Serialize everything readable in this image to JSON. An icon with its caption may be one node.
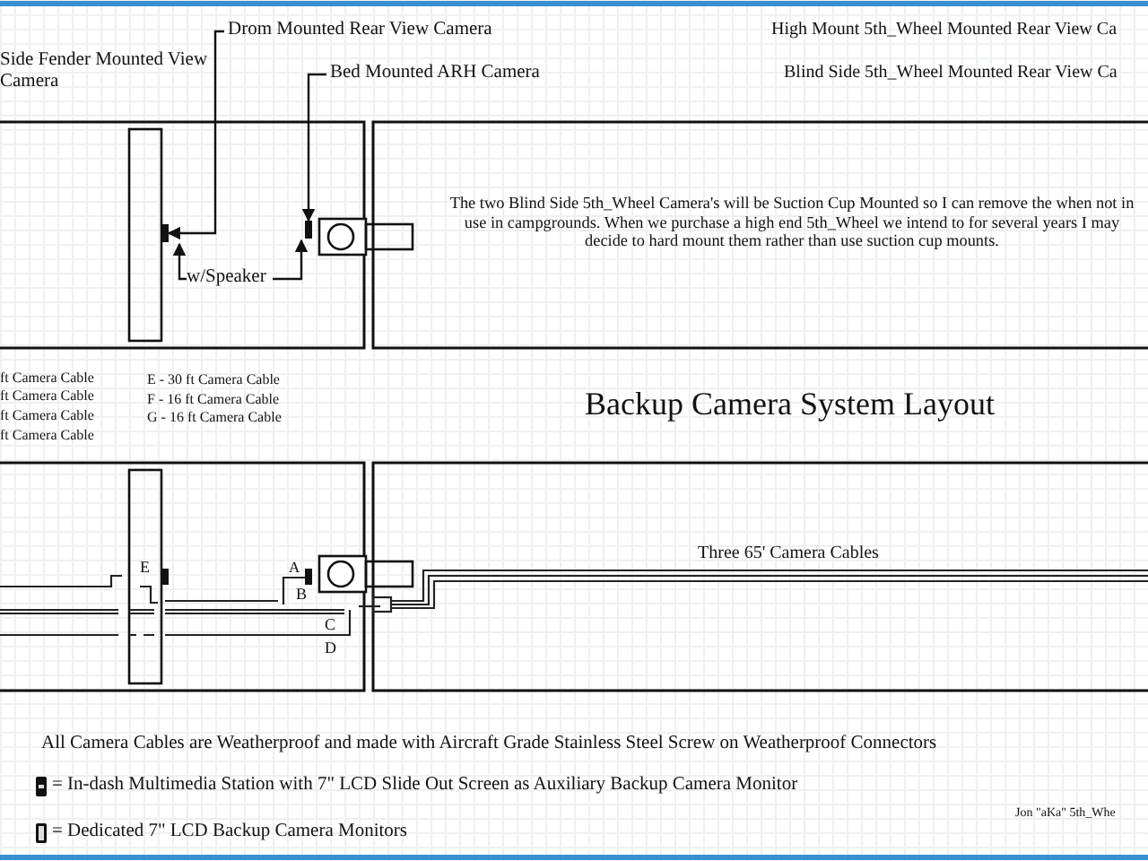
{
  "diagram": {
    "title": "Backup Camera System Layout",
    "nodes": [
      {
        "text": [
          "Drom Mounted Rear View Camera"
        ]
      },
      {
        "text": [],
        "shape": "box"
      },
      {
        "text": [
          "Bed Mounted ARH Camera"
        ]
      },
      {
        "text": [],
        "shape": "box"
      },
      {
        "text": [
          "w/Speaker"
        ]
      }
    ],
    "edges": [
      {
        "from": 0,
        "to": 1,
        "arrow": "to"
      },
      {
        "from": 2,
        "to": 3,
        "arrow": "to"
      },
      {
        "from": 4,
        "to": 1,
        "arrow": "to"
      },
      {
        "from": 4,
        "to": 3,
        "arrow": "to"
      }
    ],
    "labels": [
      "Side Fender Mounted View Camera",
      "High Mount 5th_Wheel Mounted Rear View Ca",
      "Blind Side 5th_Wheel Mounted Rear View Ca",
      "The two Blind Side 5th_Wheel Camera's will be Suction Cup Mounted so I can remove the when not in use in campgrounds. When we purchase a high end 5th_Wheel we intend to for several years I may decide to hard mount them rather than use suction cup mounts.",
      "ft Camera Cable",
      "ft Camera Cable",
      "ft Camera Cable",
      "ft Camera Cable",
      "E - 30 ft Camera Cable",
      "F - 16 ft Camera Cable",
      "G - 16 ft Camera Cable",
      "E",
      "A",
      "B",
      "C",
      "D",
      "Three 65' Camera Cables",
      "All Camera Cables are Weatherproof and made with Aircraft Grade Stainless Steel Screw on Weatherproof Connectors",
      "Jon \"aKa\" 5th_Whe"
    ],
    "legend": [
      {
        "text": "= In-dash Multimedia Station with 7\" LCD Slide Out Screen as Auxiliary Backup Camera Monitor"
      },
      {
        "text": "= Dedicated 7\" LCD Backup Camera Monitors"
      }
    ]
  }
}
